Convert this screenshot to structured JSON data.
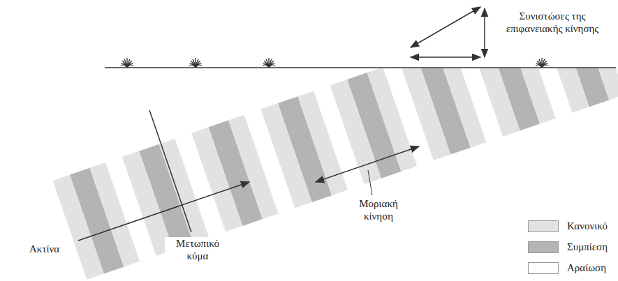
{
  "diagram": {
    "labels": [
      "Συνιστώσες της επιφανειακής κίνησης",
      "Μοριακή κίνηση",
      "Ακτίνα",
      "Μετωπικό κύμα"
    ],
    "legend": [
      {
        "text": "Κανονικό",
        "color": "#e2e2e2"
      },
      {
        "text": "Συμπίεση",
        "color": "#b4b4b4"
      },
      {
        "text": "Αραίωση",
        "color": "#ffffff"
      }
    ]
  }
}
